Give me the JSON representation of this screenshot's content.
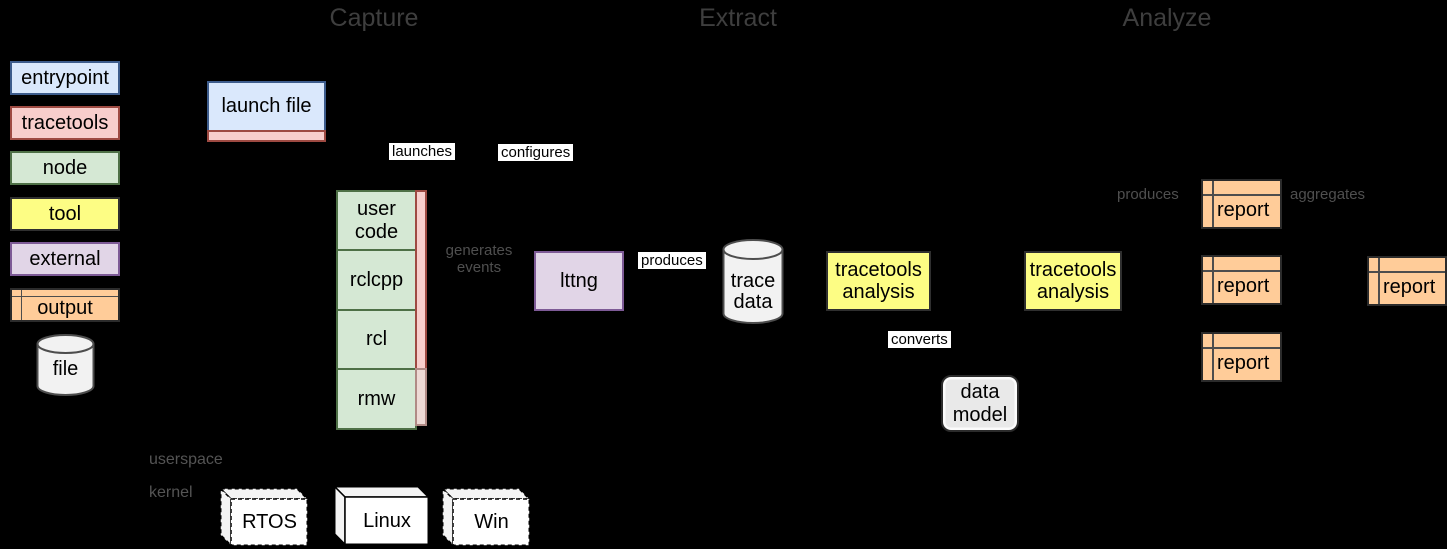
{
  "titles": {
    "capture": "Capture",
    "extract": "Extract",
    "analyze": "Analyze"
  },
  "legend": {
    "items": [
      {
        "label": "entrypoint"
      },
      {
        "label": "tracetools"
      },
      {
        "label": "node"
      },
      {
        "label": "tool"
      },
      {
        "label": "external"
      },
      {
        "label": "output"
      },
      {
        "label": "file"
      }
    ]
  },
  "capture": {
    "launch_file_label": "launch file",
    "launches_label": "launches",
    "configures_label": "configures",
    "stack": [
      {
        "label": "user code"
      },
      {
        "label": "rclcpp"
      },
      {
        "label": "rcl"
      },
      {
        "label": "rmw"
      }
    ],
    "generates_events_label": "generates events",
    "lttng_label": "lttng",
    "produces_label": "produces"
  },
  "extract": {
    "trace_data_label": "trace data",
    "tracetools_analysis_label": "tracetools analysis",
    "converts_label": "converts",
    "data_model_label": "data model"
  },
  "analyze": {
    "tracetools_analysis_label": "tracetools analysis",
    "produces_label": "produces",
    "aggregates_label": "aggregates",
    "reports": [
      {
        "label": "report"
      },
      {
        "label": "report"
      },
      {
        "label": "report"
      }
    ],
    "aggregated_report_label": "report"
  },
  "platform": {
    "userspace_label": "userspace",
    "kernel_label": "kernel",
    "os_boxes": [
      {
        "label": "RTOS"
      },
      {
        "label": "Linux"
      },
      {
        "label": "Win"
      }
    ]
  },
  "palette": {
    "background": "#000000",
    "entrypoint_fill": "#dae8fc",
    "tracetools_fill": "#f8cecc",
    "node_fill": "#d5e8d4",
    "tool_fill": "#fdfd84",
    "external_fill": "#e1d5e7",
    "output_fill": "#ffcc99",
    "file_fill": "#f2f2f2"
  }
}
